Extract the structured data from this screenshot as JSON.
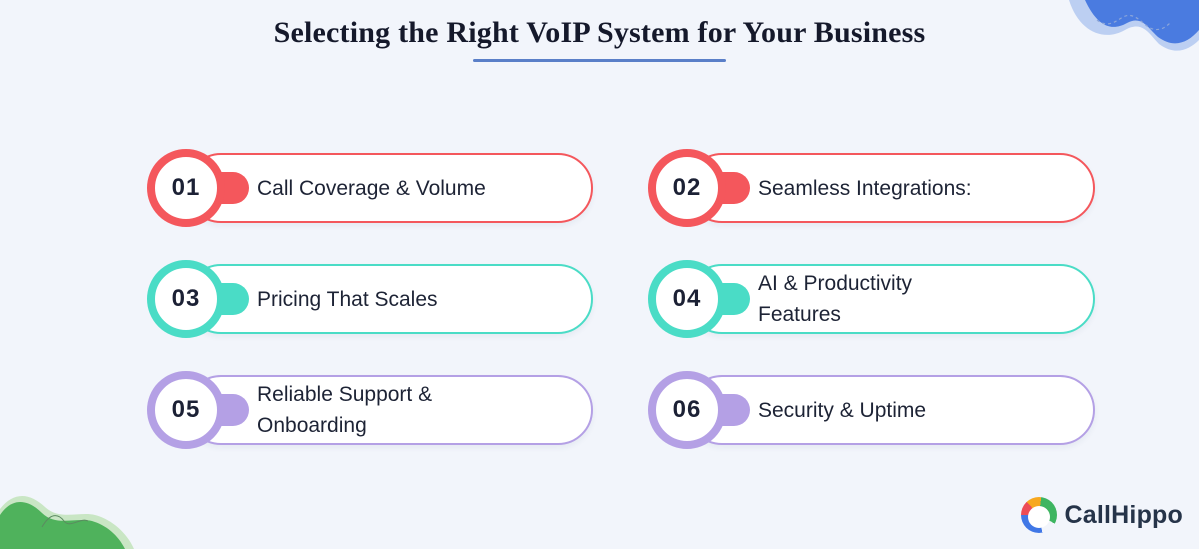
{
  "title": {
    "text": "Selecting the Right VoIP System for Your Business"
  },
  "items": [
    {
      "number": "01",
      "label": "Call Coverage & Volume",
      "color": "#f4575c"
    },
    {
      "number": "02",
      "label": "Seamless Integrations:",
      "color": "#f4575c"
    },
    {
      "number": "03",
      "label": "Pricing That Scales",
      "color": "#4adcc6"
    },
    {
      "number": "04",
      "label": "AI & Productivity\nFeatures",
      "color": "#4adcc6"
    },
    {
      "number": "05",
      "label": "Reliable Support &\nOnboarding",
      "color": "#b4a0e5"
    },
    {
      "number": "06",
      "label": "Security & Uptime",
      "color": "#b4a0e5"
    }
  ],
  "brand": {
    "name": "CallHippo"
  },
  "colors": {
    "background": "#f2f5fb",
    "title_text": "#15192b",
    "title_underline": "#5a7fc8",
    "label_text": "#1d2335",
    "accent_red": "#f4575c",
    "accent_teal": "#4adcc6",
    "accent_purple": "#b4a0e5",
    "corner_blue": "#4a7be0",
    "corner_blue_light": "#bccff2",
    "corner_green": "#4fb25c",
    "corner_green_light": "#c9e6c4",
    "brand_text": "#263449"
  }
}
